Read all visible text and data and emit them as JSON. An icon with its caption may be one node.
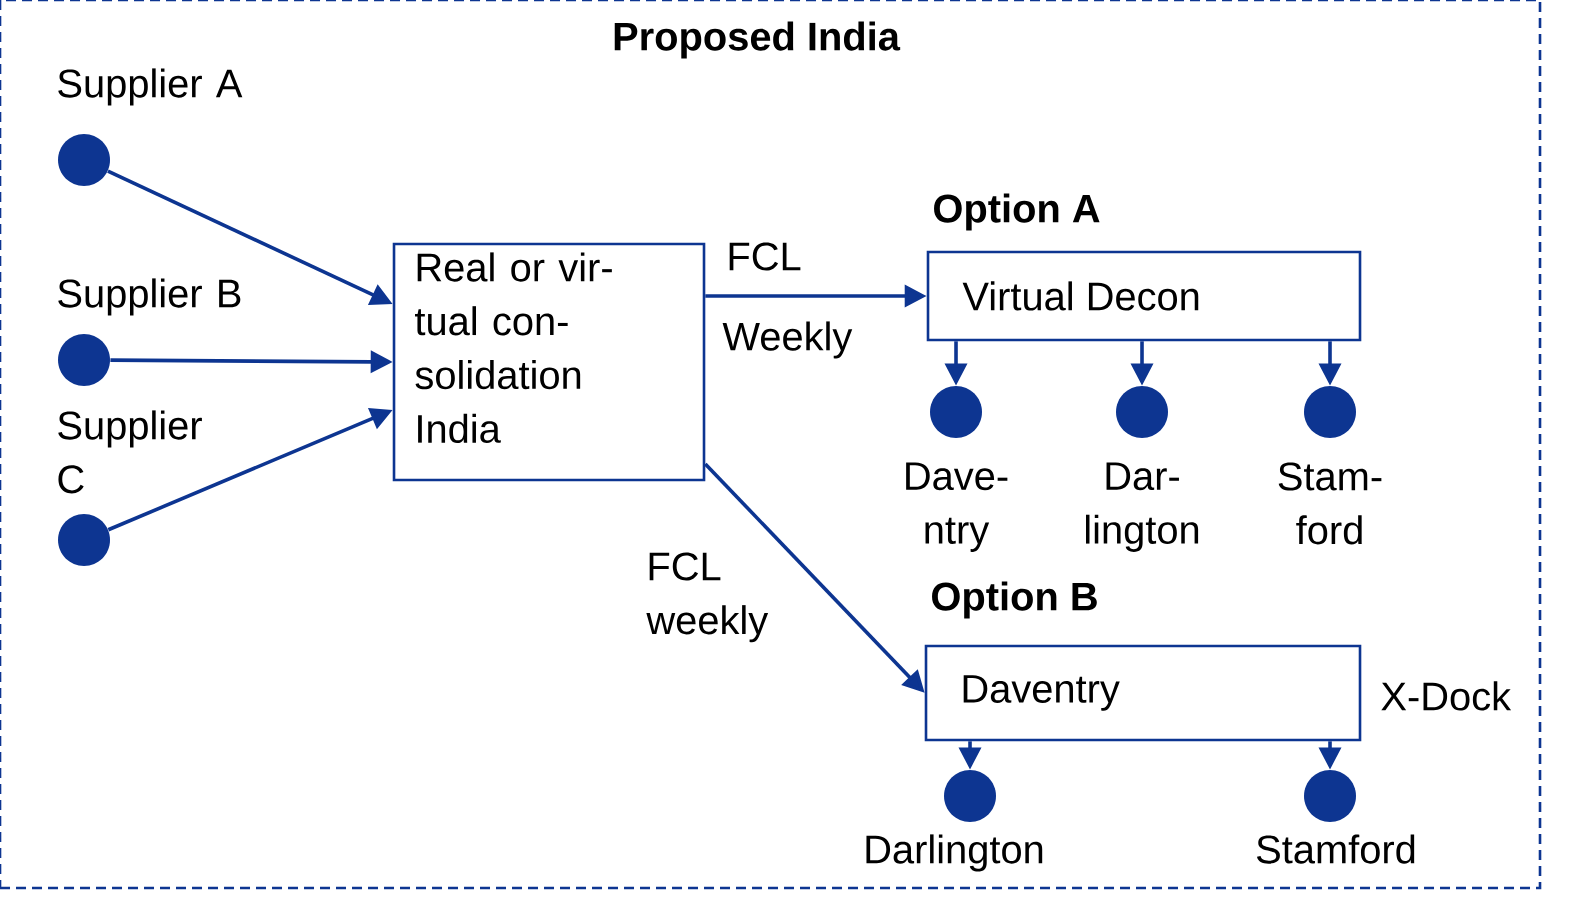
{
  "diagram": {
    "nodes": [
      {
        "text": [
          "Proposed India"
        ]
      },
      {
        "text": [
          "Supplier A"
        ],
        "in": 0
      },
      {
        "text": [
          "Supplier B"
        ],
        "in": 0
      },
      {
        "text": [
          "Supplier C"
        ],
        "in": 0
      },
      {
        "text": [
          "Real or vir- tual con- solidation India"
        ],
        "in": 0
      },
      {
        "text": [
          "Option A",
          "Virtual Decon"
        ],
        "in": 0
      },
      {
        "text": [
          "Dave- ntry"
        ],
        "in": 0
      },
      {
        "text": [
          "Dar- lington"
        ],
        "in": 0
      },
      {
        "text": [
          "Stam- ford"
        ],
        "in": 0
      },
      {
        "text": [
          "Option B",
          "Daventry"
        ],
        "beside": [
          "X-Dock"
        ],
        "in": 0
      },
      {
        "text": [
          "Darlington"
        ],
        "in": 0
      },
      {
        "text": [
          "Stamford"
        ],
        "in": 0
      }
    ],
    "edges": [
      {
        "from": 1,
        "to": 4,
        "arrow": "to"
      },
      {
        "from": 2,
        "to": 4,
        "arrow": "to"
      },
      {
        "from": 3,
        "to": 4,
        "arrow": "to"
      },
      {
        "from": 4,
        "to": 5,
        "arrow": "to",
        "label": "FCL"
      },
      {
        "from": 4,
        "to": 9,
        "arrow": "to",
        "label": "FCL weekly"
      },
      {
        "from": 5,
        "to": 6,
        "arrow": "to"
      },
      {
        "from": 5,
        "to": 7,
        "arrow": "to"
      },
      {
        "from": 5,
        "to": 8,
        "arrow": "to"
      },
      {
        "from": 9,
        "to": 10,
        "arrow": "to"
      },
      {
        "from": 9,
        "to": 11,
        "arrow": "to"
      }
    ],
    "labels": [
      "Weekly"
    ]
  }
}
